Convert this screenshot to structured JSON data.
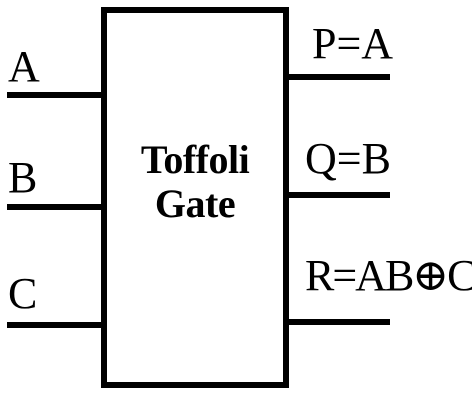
{
  "gate": {
    "title_line1": "Toffoli",
    "title_line2": "Gate"
  },
  "inputs": [
    {
      "label": "A"
    },
    {
      "label": "B"
    },
    {
      "label": "C"
    }
  ],
  "outputs": [
    {
      "label": "P=A"
    },
    {
      "label": "Q=B"
    },
    {
      "label": "R=AB⊕C"
    }
  ],
  "colors": {
    "line": "#000000",
    "background": "#ffffff"
  }
}
